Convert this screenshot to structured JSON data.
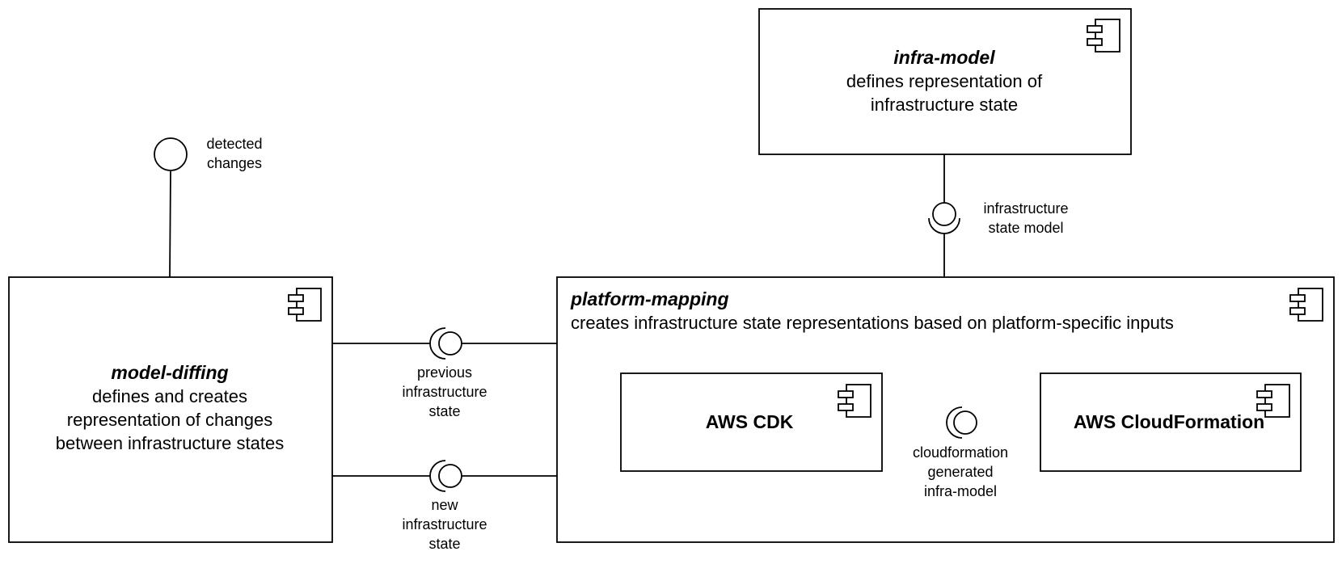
{
  "components": {
    "infra_model": {
      "name": "infra-model",
      "description_lines": [
        "defines representation of",
        "infrastructure state"
      ]
    },
    "model_diffing": {
      "name": "model-diffing",
      "description_lines": [
        "defines and creates",
        "representation of changes",
        "between infrastructure states"
      ]
    },
    "platform_mapping": {
      "name": "platform-mapping",
      "description": "creates infrastructure state representations based on platform-specific inputs"
    },
    "aws_cdk": {
      "name": "AWS CDK"
    },
    "aws_cloudformation": {
      "name": "AWS CloudFormation"
    }
  },
  "interfaces": {
    "detected_changes": {
      "label_lines": [
        "detected",
        "changes"
      ]
    },
    "infrastructure_state_model": {
      "label_lines": [
        "infrastructure",
        "state model"
      ]
    },
    "previous_infrastructure_state": {
      "label_lines": [
        "previous",
        "infrastructure",
        "state"
      ]
    },
    "new_infrastructure_state": {
      "label_lines": [
        "new",
        "infrastructure",
        "state"
      ]
    },
    "cloudformation_generated_infra_model": {
      "label_lines": [
        "cloudformation",
        "generated",
        "infra-model"
      ]
    }
  }
}
